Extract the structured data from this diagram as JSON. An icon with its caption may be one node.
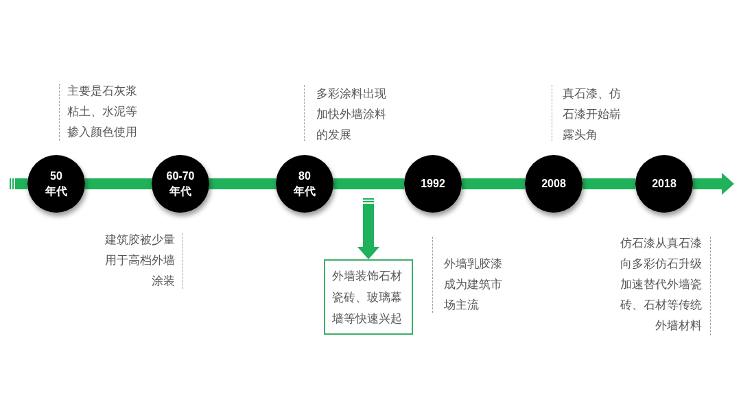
{
  "diagram": {
    "nodes": [
      {
        "text": [
          "50 年代"
        ],
        "beside": [
          "主要是石灰浆粘土、水泥等掺入颜色使用"
        ]
      },
      {
        "text": [
          "60-70 年代"
        ],
        "beside": [
          "建筑胶被少量用于高档外墙涂装"
        ]
      },
      {
        "text": [
          "80 年代"
        ],
        "beside": [
          "多彩涂料出现加快外墙涂料的发展"
        ]
      },
      {
        "text": [
          "1992"
        ],
        "beside": [
          "外墙乳胶漆成为建筑市场主流"
        ]
      },
      {
        "text": [
          "2008"
        ],
        "beside": [
          "真石漆、仿石漆开始崭露头角"
        ]
      },
      {
        "text": [
          "2018"
        ],
        "beside": [
          "仿石漆从真石漆向多彩仿石升级加速替代外墙瓷砖、石材等传统外墙材料"
        ]
      },
      {
        "text": [
          "外墙装饰石材瓷砖、玻璃幕墙等快速兴起"
        ]
      }
    ],
    "edges": [
      {
        "from": null,
        "to": 0,
        "arrow": "none"
      },
      {
        "from": 0,
        "to": 1,
        "arrow": "none"
      },
      {
        "from": 1,
        "to": 2,
        "arrow": "none"
      },
      {
        "from": 2,
        "to": 3,
        "arrow": "none"
      },
      {
        "from": 3,
        "to": 4,
        "arrow": "none"
      },
      {
        "from": 4,
        "to": 5,
        "arrow": "none"
      },
      {
        "from": 5,
        "to": null,
        "arrow": "to"
      },
      {
        "from": null,
        "to": 6,
        "arrow": "to"
      }
    ]
  }
}
